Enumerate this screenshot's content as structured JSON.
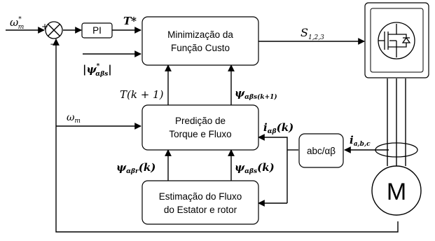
{
  "blocks": {
    "pi": "PI",
    "cost_line1": "Minimização da",
    "cost_line2": "Função Custo",
    "pred_line1": "Predição de",
    "pred_line2": "Torque e Fluxo",
    "est_line1": "Estimação do Fluxo",
    "est_line2": "do Estator e rotor",
    "abc": "abc/αβ",
    "motor": "M"
  },
  "signals": {
    "w_ref": "ω",
    "w_ref_sub": "m",
    "w_ref_sup": "*",
    "sum_plus": "+",
    "sum_minus": "−",
    "t_star": "T*",
    "psi_ref_main": "|ψ",
    "psi_ref_sub": "αβs",
    "psi_ref_sup": "*",
    "psi_ref_end": "|",
    "s123_main": "S",
    "s123_sub": "1,2,3",
    "t_k1": "T(k + 1)",
    "psi_k1_main": "ψ",
    "psi_k1_sub": "αβs(k+1)",
    "w_m": "ω",
    "w_m_sub": "m",
    "i_ab_main": "i",
    "i_ab_sub": "αβ",
    "i_ab_end": "(k)",
    "i_abc_main": "i",
    "i_abc_sub": "a,b,c",
    "psi_r_main": "ψ",
    "psi_r_sub": "αβr",
    "psi_r_end": "(k)",
    "psi_s_main": "ψ",
    "psi_s_sub": "αβs",
    "psi_s_end": "(k)"
  }
}
